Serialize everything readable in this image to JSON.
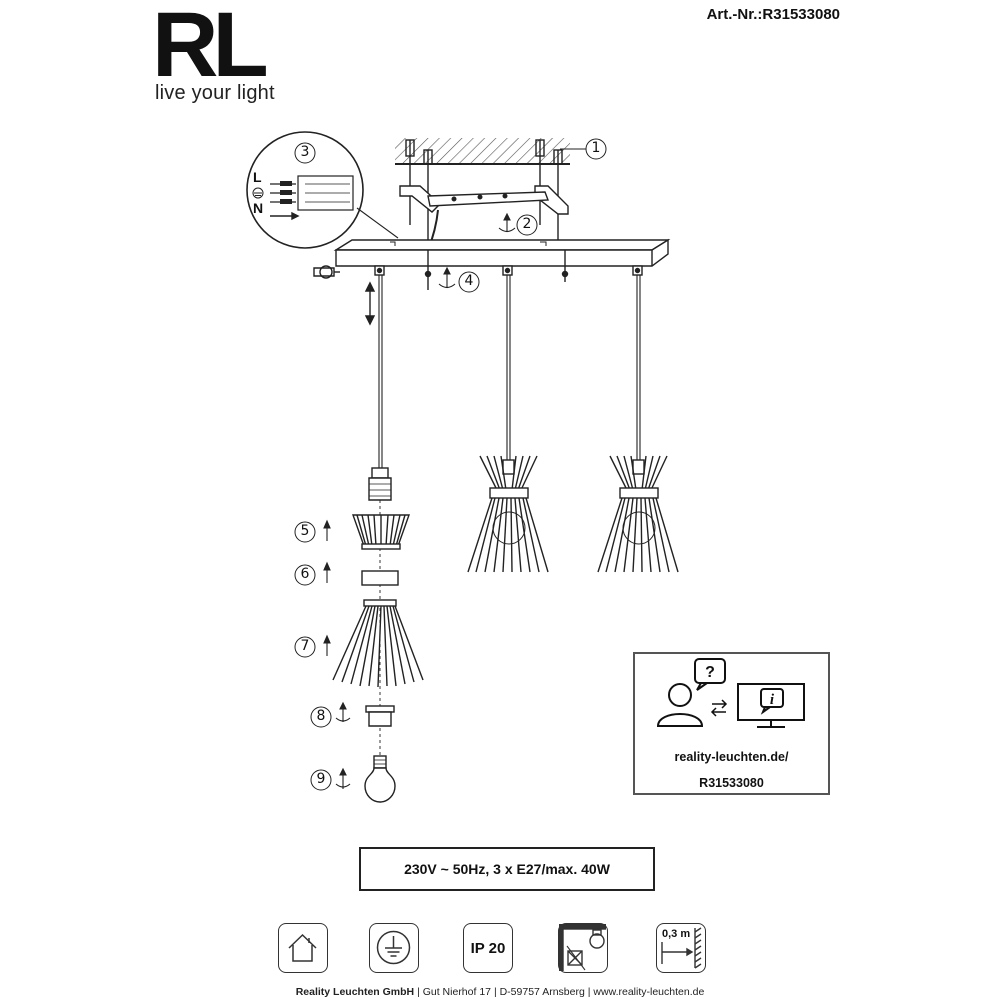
{
  "header": {
    "brand_logo": "RL",
    "tagline": "live your light",
    "article_number": "Art.-Nr.:R31533080"
  },
  "steps": {
    "s1": "1",
    "s2": "2",
    "s3": "3",
    "s4": "4",
    "s5": "5",
    "s6": "6",
    "s7": "7",
    "s8": "8",
    "s9": "9"
  },
  "wiring": {
    "live": "L",
    "neutral": "N"
  },
  "info_box": {
    "url_line1": "reality-leuchten.de/",
    "url_line2": "R31533080"
  },
  "specs": "230V ~ 50Hz, 3 x E27/max. 40W",
  "symbols": {
    "indoor_icon": "house-icon",
    "ground_icon": "protective-earth-icon",
    "ip_rating": "IP 20",
    "mount_icon": "ceiling-mount-icon",
    "distance_label": "0,3 m"
  },
  "footer": {
    "company": "Reality Leuchten GmbH",
    "address": "Gut Nierhof 17",
    "city": "D-59757 Arnsberg",
    "website": "www.reality-leuchten.de",
    "separator": "|"
  }
}
